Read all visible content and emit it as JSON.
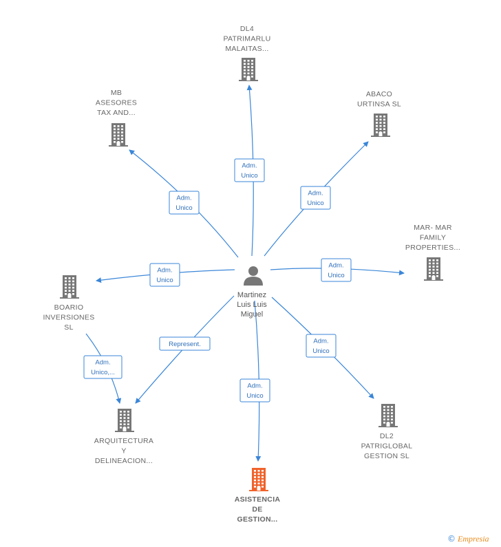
{
  "colors": {
    "edge": "#3a86d8",
    "building": "#777777",
    "building_highlight": "#f0622a",
    "person": "#777777"
  },
  "center": {
    "name_lines": [
      "Martinez",
      "Luis Luis",
      "Miguel"
    ],
    "icon": "person-icon"
  },
  "nodes": [
    {
      "id": "dl4",
      "lines": [
        "DL4",
        "PATRIMARLU",
        "MALAITAS..."
      ],
      "icon": "building-icon",
      "highlight": false
    },
    {
      "id": "abaco",
      "lines": [
        "ABACO",
        "URTINSA  SL"
      ],
      "icon": "building-icon",
      "highlight": false
    },
    {
      "id": "marmar",
      "lines": [
        "MAR- MAR",
        "FAMILY",
        "PROPERTIES..."
      ],
      "icon": "building-icon",
      "highlight": false
    },
    {
      "id": "dl2",
      "lines": [
        "DL2",
        "PATRIGLOBAL",
        "GESTION SL"
      ],
      "icon": "building-icon",
      "highlight": false
    },
    {
      "id": "asistencia",
      "lines": [
        "ASISTENCIA",
        "DE",
        "GESTION..."
      ],
      "icon": "building-icon",
      "highlight": true
    },
    {
      "id": "arquitectura",
      "lines": [
        "ARQUITECTURA",
        "Y",
        "DELINEACION..."
      ],
      "icon": "building-icon",
      "highlight": false
    },
    {
      "id": "boario",
      "lines": [
        "BOARIO",
        "INVERSIONES",
        "SL"
      ],
      "icon": "building-icon",
      "highlight": false
    },
    {
      "id": "mb",
      "lines": [
        "MB",
        "ASESORES",
        "TAX AND..."
      ],
      "icon": "building-icon",
      "highlight": false
    }
  ],
  "edges": [
    {
      "from": "center",
      "to": "dl4",
      "label_lines": [
        "Adm.",
        "Unico"
      ]
    },
    {
      "from": "center",
      "to": "abaco",
      "label_lines": [
        "Adm.",
        "Unico"
      ]
    },
    {
      "from": "center",
      "to": "marmar",
      "label_lines": [
        "Adm.",
        "Unico"
      ]
    },
    {
      "from": "center",
      "to": "dl2",
      "label_lines": [
        "Adm.",
        "Unico"
      ]
    },
    {
      "from": "center",
      "to": "asistencia",
      "label_lines": [
        "Adm.",
        "Unico"
      ]
    },
    {
      "from": "center",
      "to": "arquitectura",
      "label_lines": [
        "Represent."
      ]
    },
    {
      "from": "center",
      "to": "boario",
      "label_lines": [
        "Adm.",
        "Unico"
      ]
    },
    {
      "from": "center",
      "to": "mb",
      "label_lines": [
        "Adm.",
        "Unico"
      ]
    },
    {
      "from": "boario",
      "to": "arquitectura",
      "label_lines": [
        "Adm.",
        "Unico,..."
      ]
    }
  ],
  "brand": {
    "copyright": "©",
    "name": "Empresia"
  }
}
